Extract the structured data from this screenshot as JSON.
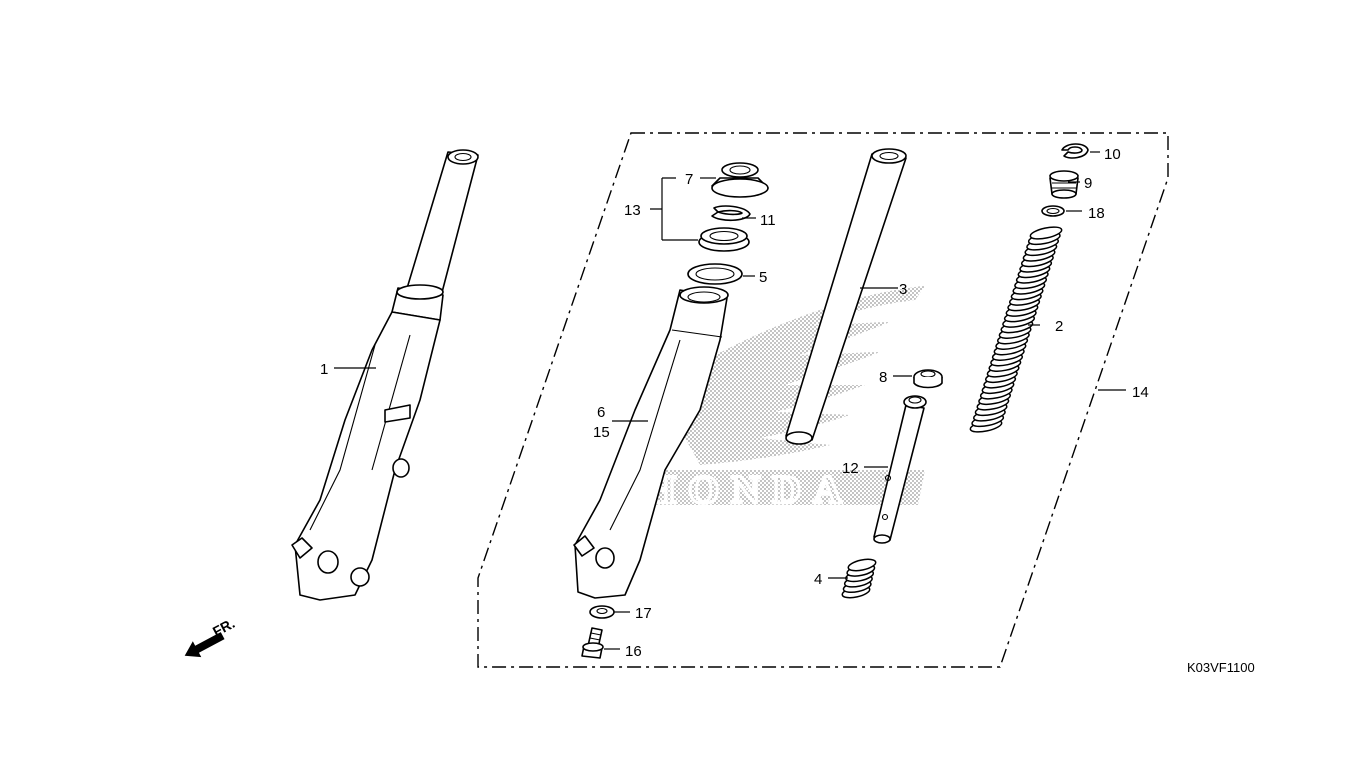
{
  "diagram": {
    "figure_code": "K03VF1100",
    "front_marker": "FR.",
    "callouts": {
      "c1": "1",
      "c2": "2",
      "c3": "3",
      "c4": "4",
      "c5": "5",
      "c6": "6",
      "c7": "7",
      "c8": "8",
      "c9": "9",
      "c10": "10",
      "c11": "11",
      "c12": "12",
      "c13": "13",
      "c14": "14",
      "c15": "15",
      "c16": "16",
      "c17": "17",
      "c18": "18"
    },
    "watermark_text": "HONDA",
    "colors": {
      "ink": "#000000",
      "background": "#ffffff",
      "watermark": "#9a9a9a"
    }
  }
}
